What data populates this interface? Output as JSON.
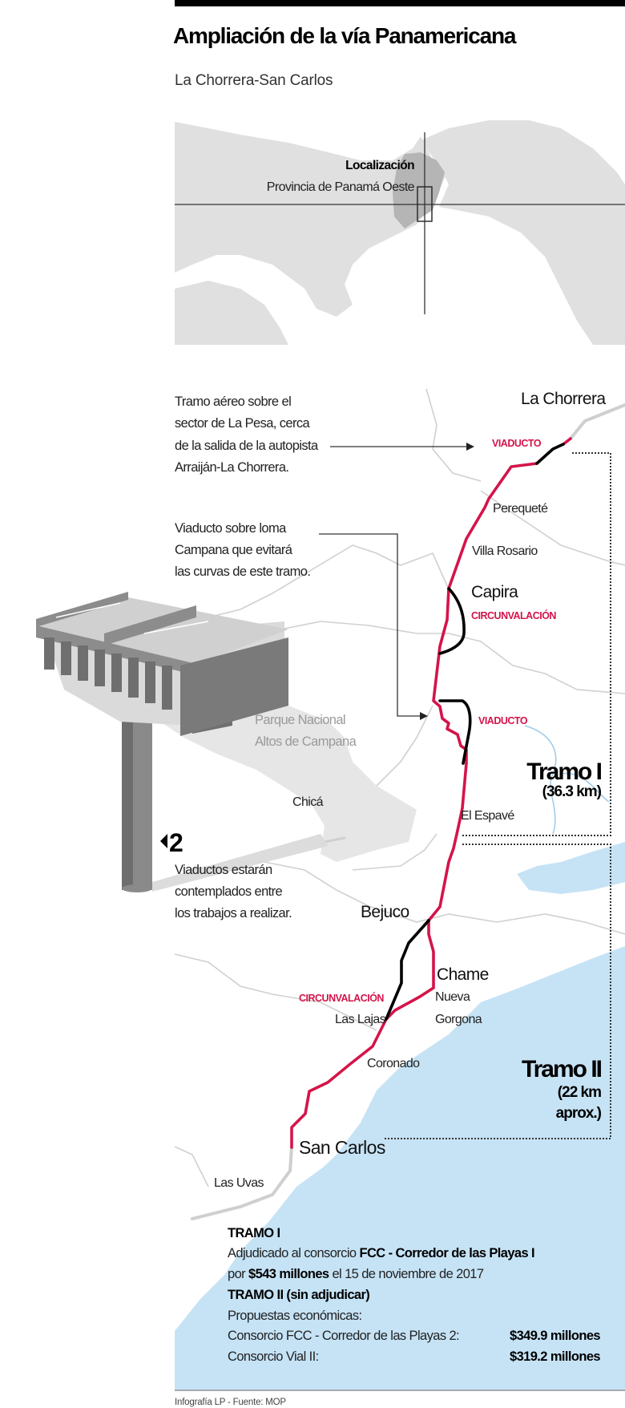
{
  "header": {
    "title": "Ampliación de la vía Panamericana",
    "subtitle": "La Chorrera-San Carlos"
  },
  "inset_map": {
    "heading": "Localización",
    "subheading": "Provincia de Panamá Oeste"
  },
  "annotations": {
    "la_pesa": [
      "Tramo aéreo sobre el",
      "sector de La Pesa, cerca",
      "de la salida de la autopista",
      "Arraiján-La Chorrera."
    ],
    "campana": [
      "Viaducto sobre loma",
      "Campana que evitará",
      "las curvas de este tramo."
    ],
    "viaductos_count": "2",
    "viaductos": [
      "Viaductos estarán",
      "contemplados entre",
      "los trabajos a realizar."
    ]
  },
  "places": {
    "la_chorrera": "La Chorrera",
    "perequete": "Perequeté",
    "villa_rosario": "Villa Rosario",
    "capira": "Capira",
    "parque": [
      "Parque Nacional",
      "Altos de Campana"
    ],
    "chica": "Chicá",
    "el_espave": "El Espavé",
    "bejuco": "Bejuco",
    "chame": "Chame",
    "nueva_gorgona": [
      "Nueva",
      "Gorgona"
    ],
    "las_lajas": "Las Lajas",
    "coronado": "Coronado",
    "san_carlos": "San Carlos",
    "las_uvas": "Las Uvas"
  },
  "markers": {
    "viaducto": "VIADUCTO",
    "circunvalacion": "CIRCUNVALACIÓN"
  },
  "tramos": [
    {
      "name": "Tramo I",
      "length": [
        "(36.3 km)"
      ]
    },
    {
      "name": "Tramo II",
      "length": [
        "(22 km",
        "aprox.)"
      ]
    }
  ],
  "info": {
    "tramo1_heading": "TRAMO I",
    "tramo1_line1_prefix": "Adjudicado al consorcio ",
    "tramo1_line1_bold": "FCC - Corredor de las Playas I",
    "tramo1_line2_prefix": "por ",
    "tramo1_line2_bold": "$543 millones",
    "tramo1_line2_suffix": " el 15 de noviembre de 2017",
    "tramo2_heading": "TRAMO II",
    "tramo2_heading_suffix": " (sin adjudicar)",
    "proposals_label": "Propuestas económicas:",
    "proposals": [
      {
        "bidder": "Consorcio FCC - Corredor de las Playas 2:",
        "amount": "$349.9 millones"
      },
      {
        "bidder": "Consorcio Vial II:",
        "amount": "$319.2 millones"
      }
    ]
  },
  "footer": "Infografía LP - Fuente: MOP",
  "colors": {
    "route_new": "#d4144a",
    "route_existing": "#000000",
    "sea": "#c6e3f6",
    "land_inset": "#e0e0e0",
    "province_highlight": "#b5b5b5"
  }
}
